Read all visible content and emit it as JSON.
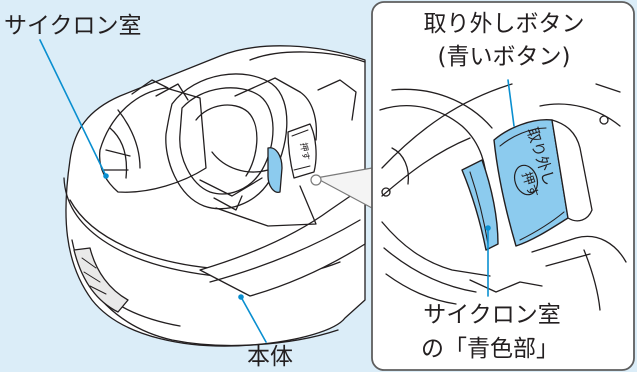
{
  "labels": {
    "cyclone_chamber": "サイクロン室",
    "main_body": "本体",
    "release_button_line1": "取り外しボタン",
    "release_button_line2": "(青いボタン)",
    "blue_part_line1": "サイクロン室",
    "blue_part_line2": "の「青色部」"
  },
  "button_text": {
    "main_view": "押す",
    "inset_view_line1": "取り外し",
    "inset_view_line2": "押す"
  },
  "colors": {
    "background": "#dbedf8",
    "leader_line": "#0a8fd0",
    "highlight_blue": "#8ccbee",
    "outline": "#231f20"
  }
}
